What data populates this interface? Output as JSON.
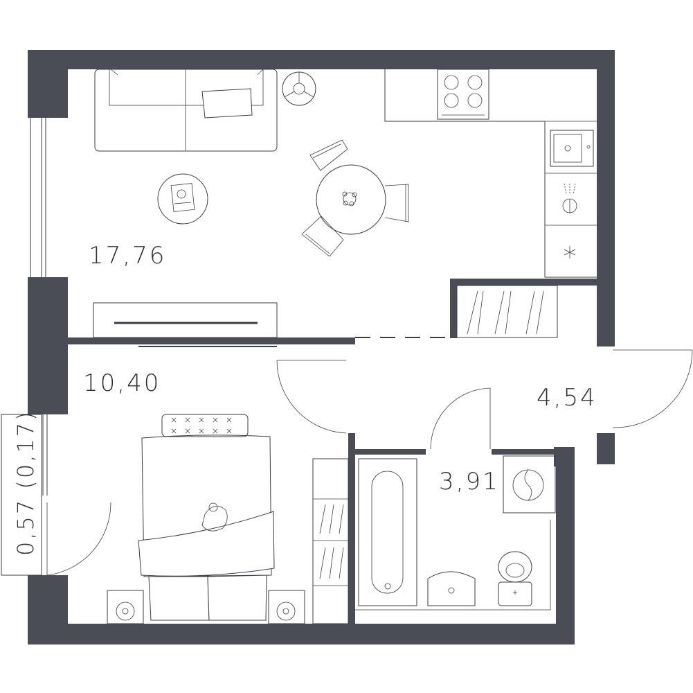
{
  "plan": {
    "colors": {
      "wall": "#4a4d56",
      "line": "#3a3d45",
      "background": "#ffffff"
    },
    "rooms": [
      {
        "id": "living-kitchen",
        "area_label": "17,76"
      },
      {
        "id": "bedroom",
        "area_label": "10,40"
      },
      {
        "id": "hallway",
        "area_label": "4,54"
      },
      {
        "id": "bathroom",
        "area_label": "3,91"
      },
      {
        "id": "balcony",
        "area_label": "0,57 (0,17)"
      }
    ]
  }
}
